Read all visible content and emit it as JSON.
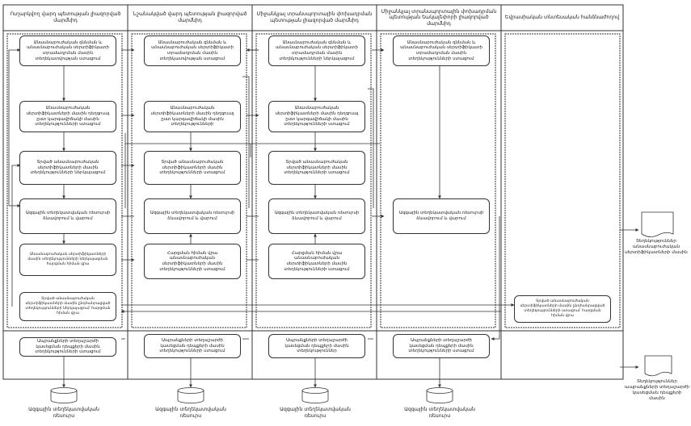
{
  "lanes": [
    "Ուղարկվող վարդ պետության լիազորված մարմնիդ",
    "Նշանակված վարդ պետության լիազորված մարմնիդ",
    "Միջանկյալ տրանսպորտային փոխադրման պետության լիազորված մարմնիդ",
    "Միջանկյալ տրանսպորտային փոխադրման պետության եակալեփորի լիազորված մարմնիդ",
    "Եվրասիական տնտեսական հանձնաժողով"
  ],
  "processes": {
    "c1_r1": "Անասնաբուժական զննման և անասնաբուժական սերտիֆիկատի տրամադրման մասին տեղեկատվության ստացում",
    "c1_r2": "Անասնաբուժական սերտիֆիկատների մասին դեղգուալ ըստ կարգավիճակի մասին տեղեկությունների ստացում",
    "c1_r3": "Տրված անասնաբուժական սերտիֆիկատների մասին տեղեկությունների ներկայացում",
    "c1_r4": "Ազգային տեղեկատվական ռեսուրսի ձևավորում և վարում",
    "c1_r5": "Անասնաբուժական սերտիֆիկատների մասին տեղեկությունների ներկայացման հարցման հիման վրա",
    "c1_r6": "Տրված անասնաբուժական սերտիֆիկատների մասին ընդհանրացված տեղեկությունների ներկայացում՝ հարցման հիման վրա",
    "c1_r7": "Ապրանքների տեղաշարժի կասեցման դեպքերի մասին տեղեկությունների ստացում",
    "c2_r1": "Անասնաբուժական զննման և անասնաբուժական սերտիֆիկատի տրամադրման մասին տեղեկատվության ստացում",
    "c2_r2": "Անասնաբուժական սերտիֆիկատների մասին դեղգուալ ըստ կարգավիճակի մասին տեղեկությունների",
    "c2_r3": "Տրված անասնաբուժական սերտիֆիկատների մասին տեղեկությունների ստացում",
    "c2_r4": "Ազգային տեղեկատվական ռեսուրսի ձևավորում և վարում",
    "c2_r5": "Հարցման հիման վրա անասնաբուժական սերտիֆիկատների մասին տեղեկությունների ստացում",
    "c2_r7": "Ապրանքների տեղաշարժի կասեցման դեպքերի մասին տեղեկությունների ստացում",
    "c3_r1": "Անասնաբուժական զննման և անասնաբուժական սերտիֆիկատի տրամադրման մասին տեղեկությունների ներկայացում",
    "c3_r2": "Անասնաբուժական սերտիֆիկատների մասին դեղգուալ ըստ կարգավիճակի մասին տեղեկությունների ստացում",
    "c3_r3": "Տրված անասնաբուժական սերտիֆիկատների մասին տեղեկությունների ստացում",
    "c3_r4": "Ազգային տեղեկատվական ռեսուրսի ձևավորում և վարում",
    "c3_r5": "Հարցման հիման վրա անասնաբուժական սերտիֆիկատների մասին տեղեկությունների ստացում",
    "c3_r7": "Ապրանքների տեղաշարժի կասեցման դեպքերի մասին տեղեկություններ",
    "c4_r1": "Անասնաբուժական զննման և անասնաբուժական սերտիֆիկատի տրամադրման մասին տեղեկությունների ստացում",
    "c4_r4": "Ազգային տեղեկատվական ռեսուրսի ձևավորում և վարում",
    "c4_r7": "Ապրանքների տեղաշարժի կասեցման դեպքերի մասին տեղեկությունների ստացում",
    "c5_r6": "Տրված անասնաբուժական սերտիֆիկատների մասին ընդհանրացված տեղեկությունների ստացում՝ հարցման հիման վրա"
  },
  "databases": {
    "label": "Ազգային տեղեկատվական ռեսուրս"
  },
  "documents": {
    "doc1": "Տեղեկություններ անասնաբուժական սերտիֆիկատների մասին",
    "doc2": "Տեղեկություններ ապրանքների տեղաշարժի կասեցման դեպքերի մասին"
  },
  "colors": {
    "line": "#333333",
    "background": "#ffffff"
  }
}
